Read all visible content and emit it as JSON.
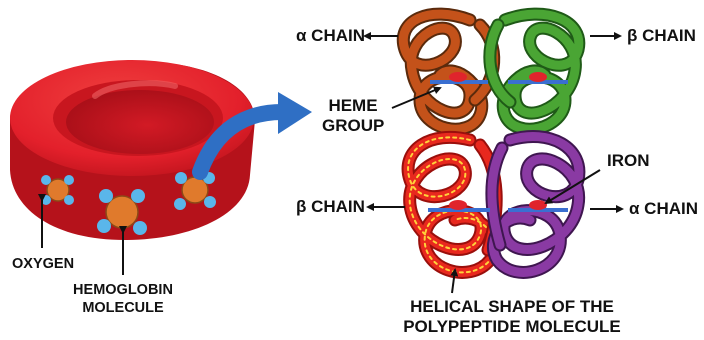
{
  "labels": {
    "alpha_chain_top": "α CHAIN",
    "beta_chain_top": "β CHAIN",
    "heme_group_line1": "HEME",
    "heme_group_line2": "GROUP",
    "iron": "IRON",
    "beta_chain_bottom": "β CHAIN",
    "alpha_chain_bottom": "α CHAIN",
    "oxygen": "OXYGEN",
    "hemoglobin_line1": "HEMOGLOBIN",
    "hemoglobin_line2": "MOLECULE",
    "helical_line1": "HELICAL SHAPE OF THE",
    "helical_line2": "POLYPEPTIDE MOLECULE"
  },
  "colors": {
    "cell_red": "#e3202b",
    "cell_dark": "#b5121b",
    "alpha_chain_top": "#c4521a",
    "beta_chain_top": "#4aa534",
    "beta_chain_bottom": "#e8281e",
    "alpha_chain_bottom": "#8a3aa3",
    "arrow_blue": "#2f6fc4",
    "oxygen_blue": "#5ab6ea",
    "hemoglobin_orange": "#e07a2c",
    "heme_blue": "#3a6fd1",
    "heme_red": "#e0242c"
  }
}
